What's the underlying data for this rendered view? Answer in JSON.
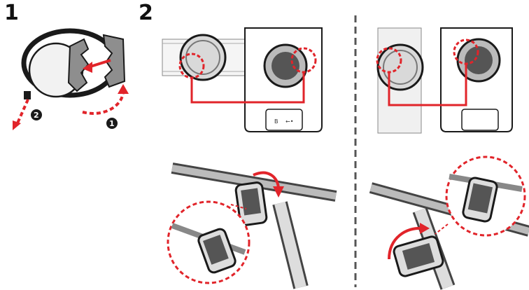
{
  "steps": {
    "one": "1",
    "two": "2"
  },
  "callouts": {
    "a": "2",
    "b": "1"
  },
  "device": {
    "port_letter": "B",
    "usb_symbol": "←•"
  },
  "colors": {
    "accent": "#e1242a",
    "outline": "#1a1a1a",
    "mount": "#9a9a9a",
    "mount_dark": "#444444",
    "screen": "#555555"
  }
}
